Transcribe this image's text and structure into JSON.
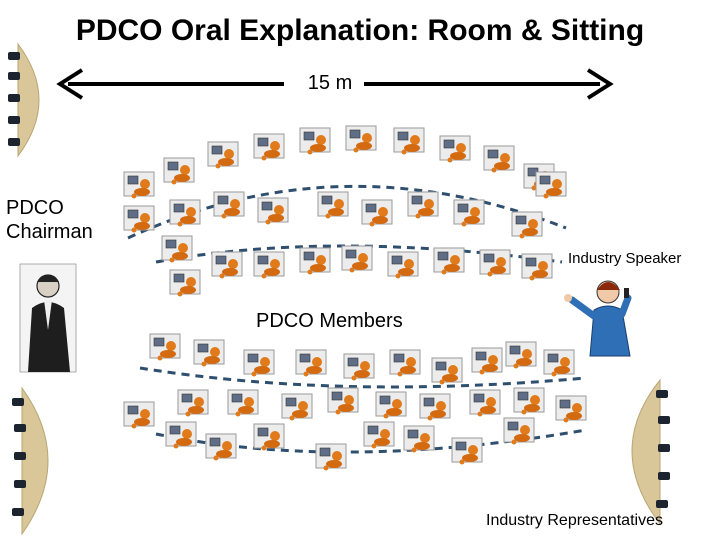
{
  "title": "PDCO Oral Explanation: Room & Sitting",
  "dimension": {
    "label": "15 m"
  },
  "labels": {
    "chairman": "PDCO Chairman",
    "speaker": "Industry Speaker",
    "members": "PDCO Members",
    "representatives": "Industry Representatives"
  },
  "colors": {
    "dashed_line": "#2f4f6f",
    "desk": "#e8e8e8",
    "person": "#e07a1a",
    "table_wood": "#d9c79a",
    "chair": "#1c2430"
  },
  "icons": {
    "chairman": "chairman-portrait-icon",
    "speaker": "speaker-with-microphone-icon",
    "member": "member-at-desk-icon",
    "table": "round-table-with-chairs-icon"
  }
}
